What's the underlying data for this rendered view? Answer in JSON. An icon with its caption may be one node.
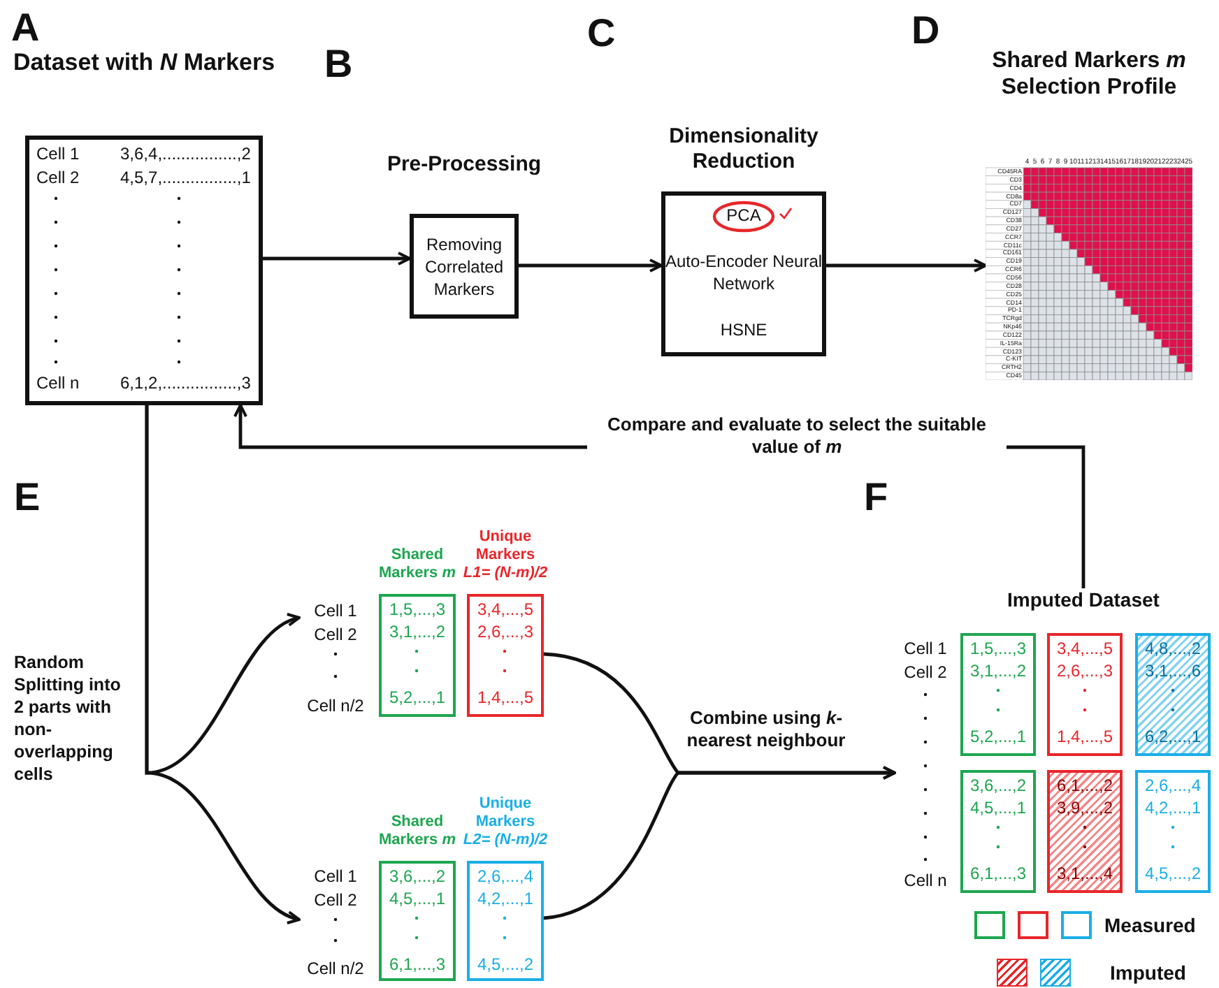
{
  "diagram": {
    "nodes": [
      {
        "text": [
          "Dataset with *N* Markers",
          "Cell 1",
          "3,6,4,................,2",
          "Cell 2",
          "4,5,7,................,1",
          "Cell n",
          "6,1,2,................,3"
        ]
      },
      {
        "text": [
          "Pre-Processing",
          "Removing Correlated Markers"
        ]
      },
      {
        "text": [
          "Dimensionality Reduction",
          "PCA",
          "Auto-Encoder Neural Network",
          "HSNE"
        ]
      },
      {
        "text": [
          "Shared Markers *m* Selection Profile"
        ]
      },
      {
        "text": [
          "Cell 1",
          "Cell 2",
          "Cell n/2"
        ]
      },
      {
        "text": [
          "Shared Markers *m*",
          "1,5,...,3",
          "3,1,...,2",
          "5,2,...,1"
        ]
      },
      {
        "text": [
          "Unique Markers *L1= (N-m)/2*",
          "3,4,...,5",
          "2,6,...,3",
          "1,4,...,5"
        ]
      },
      {
        "text": [
          "Cell 1",
          "Cell 2",
          "Cell n/2"
        ]
      },
      {
        "text": [
          "Shared Markers *m*",
          "3,6,...,2",
          "4,5,...,1",
          "6,1,...,3"
        ]
      },
      {
        "text": [
          "Unique Markers *L2= (N-m)/2*",
          "2,6,...,4",
          "4,2,...,1",
          "4,5,...,2"
        ]
      },
      {
        "text": [
          "Imputed Dataset"
        ]
      },
      {
        "text": [
          "Cell 1",
          "Cell 2",
          "Cell n"
        ]
      },
      {
        "text": [
          "1,5,...,3",
          "3,1,...,2",
          "5,2,...,1"
        ]
      },
      {
        "text": [
          "3,4,...,5",
          "2,6,...,3",
          "1,4,...,5"
        ]
      },
      {
        "text": [
          "4,8,...,2",
          "3,1,...,6",
          "6,2,...,1"
        ]
      },
      {
        "text": [
          "3,6,...,2",
          "4,5,...,1",
          "6,1,...,3"
        ]
      },
      {
        "text": [
          "6,1,...,2",
          "3,9,...,2",
          "3,1,...,4"
        ]
      },
      {
        "text": [
          "2,6,...,4",
          "4,2,...,1",
          "4,5,...,2"
        ]
      }
    ],
    "edges": [
      {
        "from": 0,
        "to": 1,
        "arrow": "to"
      },
      {
        "from": 1,
        "to": 2,
        "arrow": "to"
      },
      {
        "from": 2,
        "to": 3,
        "arrow": "to"
      },
      {
        "from": 10,
        "to": 0,
        "arrow": "to",
        "label": "Compare and evaluate to select the suitable value of *m*"
      },
      {
        "from": 0,
        "to": 4,
        "arrow": "to"
      },
      {
        "from": 0,
        "to": 7,
        "arrow": "to"
      },
      {
        "from": 6,
        "to": 11,
        "arrow": "to",
        "label": "Combine using *k*-nearest  neighbour"
      },
      {
        "from": 9,
        "to": 11,
        "arrow": "to"
      }
    ],
    "labels": [
      "A",
      "B",
      "C",
      "D",
      "4",
      "5",
      "6",
      "7",
      "8",
      "9",
      "10",
      "11",
      "12",
      "13",
      "14",
      "15",
      "16",
      "17",
      "18",
      "19",
      "20",
      "21",
      "22",
      "23",
      "24",
      "25",
      "CD45RA",
      "CD3",
      "CD4",
      "CD8a",
      "CD7",
      "CD127",
      "CD38",
      "CD27",
      "CCR7",
      "CD11c",
      "CD161",
      "CD19",
      "CCR6",
      "CD56",
      "CD28",
      "CD25",
      "CD14",
      "PD-1",
      "TCRgd",
      "NKp46",
      "CD122",
      "IL-15Ra",
      "CD123",
      "C-KIT",
      "CRTH2",
      "CD45",
      "E",
      "F",
      "Random Splitting into 2 parts with non-overlapping cells"
    ],
    "legend": [
      {
        "text": "Measured"
      },
      {
        "text": "Imputed"
      }
    ]
  }
}
